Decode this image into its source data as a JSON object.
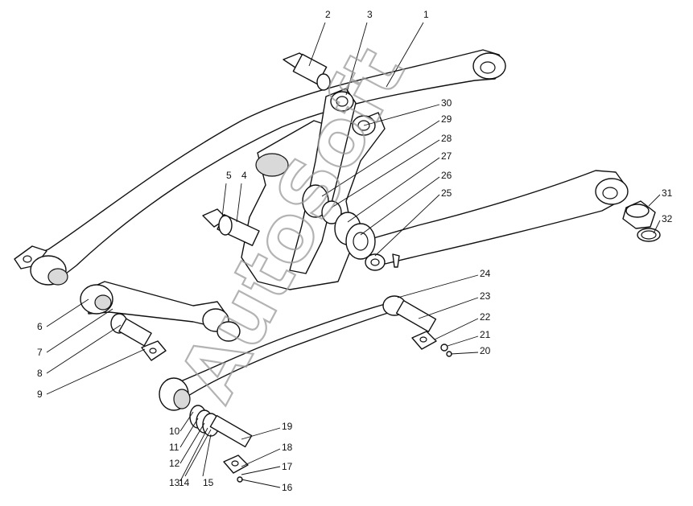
{
  "watermark": "AutoSoft",
  "callouts": [
    "1",
    "2",
    "3",
    "4",
    "5",
    "6",
    "7",
    "8",
    "9",
    "10",
    "11",
    "12",
    "13",
    "14",
    "15",
    "16",
    "17",
    "18",
    "19",
    "20",
    "21",
    "22",
    "23",
    "24",
    "25",
    "26",
    "27",
    "28",
    "29",
    "30",
    "31",
    "32"
  ]
}
